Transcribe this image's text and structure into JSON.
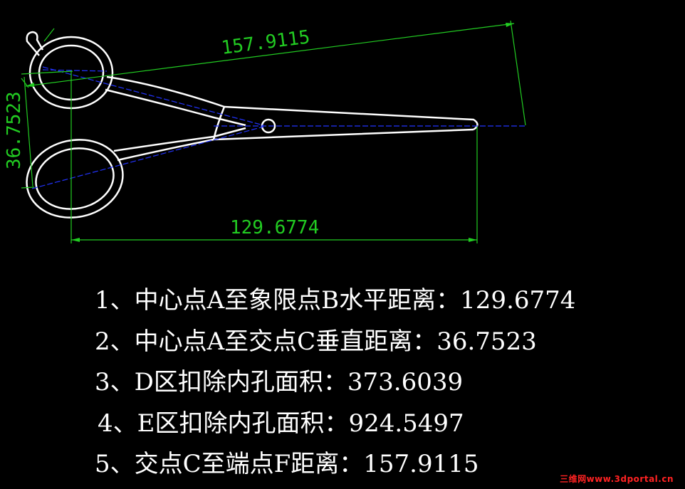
{
  "dimensions": {
    "diagonal": "157.9115",
    "vertical": "36.7523",
    "horizontal": "129.6774"
  },
  "results": [
    "1、中心点A至象限点B水平距离：129.6774",
    "2、中心点A至交点C垂直距离：36.7523",
    "3、D区扣除内孔面积：373.6039",
    "4、E区扣除内孔面积：924.5497",
    "5、交点C至端点F距离：157.9115"
  ],
  "watermark": "三维网www.3dportal.cn",
  "colors": {
    "background": "#000000",
    "outline": "#ffffff",
    "dimension": "#22cc22",
    "centerline": "#2233ff",
    "watermark": "#ff2222"
  }
}
